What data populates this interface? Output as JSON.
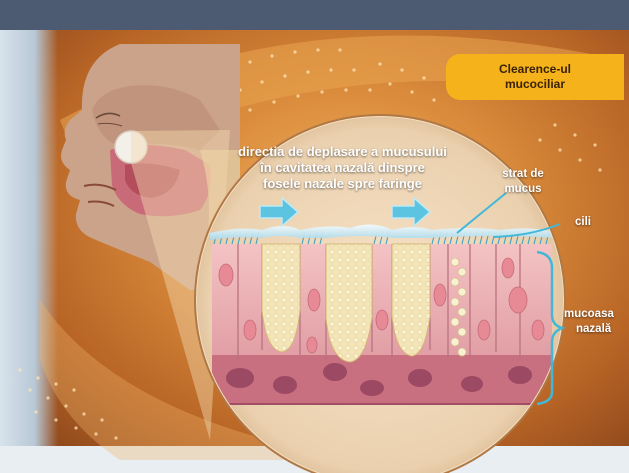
{
  "title": {
    "line1": "Clearence-ul",
    "line2": "mucociliar"
  },
  "labels": {
    "direction": [
      "directia de deplasare a mucusului",
      "în cavitatea nazală dinspre",
      "fosele nazale spre faringe"
    ],
    "mucus_layer": [
      "strat de",
      "mucus"
    ],
    "cilia": "cili",
    "mucosa": [
      "mucoasa",
      "nazală"
    ]
  },
  "colors": {
    "title_box": "#f5b21a",
    "arrow": "#5cc3e0",
    "pointer_line": "#42b8d9",
    "cell_pink": "#e9a3a8",
    "goblet_cell": "#f1e3b6",
    "mucus": "#d6eef6"
  }
}
